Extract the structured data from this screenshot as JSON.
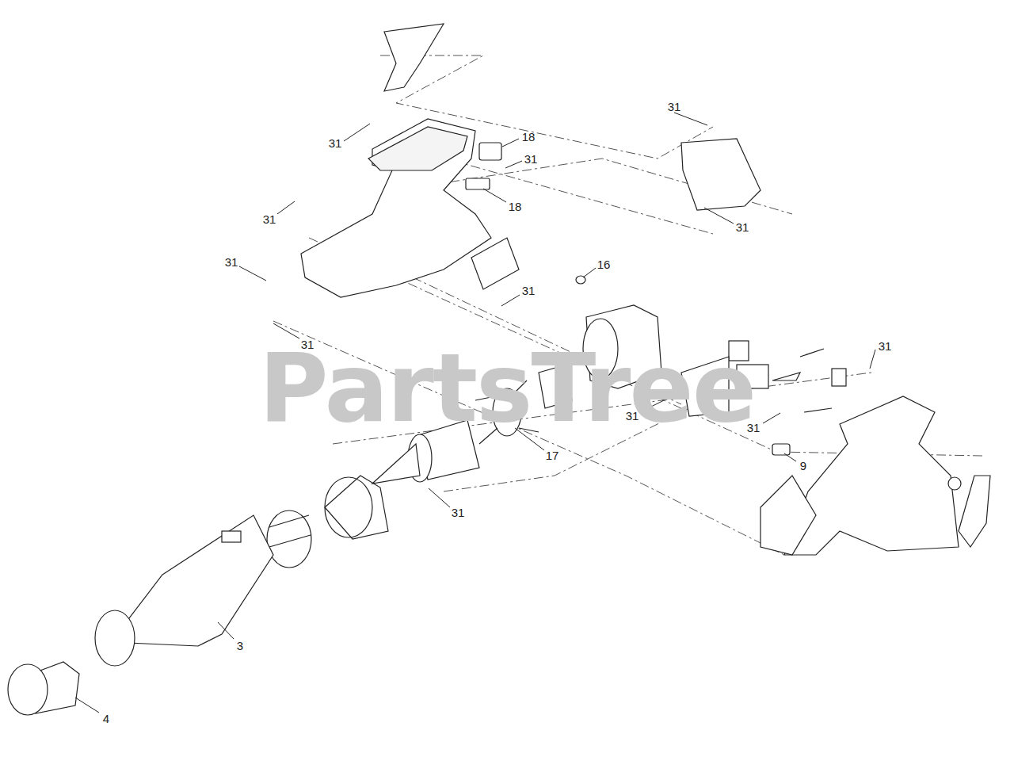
{
  "diagram": {
    "labels": [
      "31",
      "31",
      "18",
      "31",
      "18",
      "31",
      "31",
      "31",
      "16",
      "31",
      "31",
      "31",
      "31",
      "31",
      "17",
      "9",
      "31",
      "3",
      "4",
      "PartsTree"
    ]
  }
}
